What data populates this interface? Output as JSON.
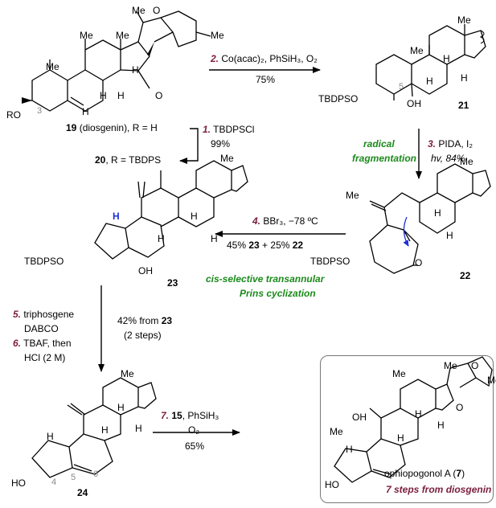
{
  "compounds": {
    "c19": {
      "line1_num": "19",
      "line1_rest": " (diosgenin), R = H"
    },
    "c20": {
      "num": "20",
      "rest": ", R = TBDPS"
    },
    "c21": "21",
    "c22": "22",
    "c23": "23",
    "c24": "24",
    "c7": {
      "name": "ophiopogonol A (",
      "num": "7",
      "close": ")"
    }
  },
  "atoms": {
    "me": "Me",
    "h": "H",
    "o": "O",
    "oh": "OH",
    "ho": "HO",
    "ro": "RO",
    "tbdpso": "TBDPSO",
    "n3": "3",
    "n4": "4",
    "n5": "5",
    "n6": "6"
  },
  "steps": {
    "s1": {
      "num": "1.",
      "reagent": " TBDPSCl",
      "yield": "99%"
    },
    "s2": {
      "num": "2.",
      "reagent": " Co(acac)₂, PhSiH₃, O₂",
      "yield": "75%"
    },
    "s3": {
      "num": "3.",
      "reagent": " PIDA, I₂",
      "cond": "hv, 84%",
      "note1": "radical",
      "note2": "fragmentation"
    },
    "s4": {
      "num": "4.",
      "reagent": " BBr₃, −78 ºC",
      "yield_a": "45% ",
      "yield_b": "23",
      "yield_c": " + 25% ",
      "yield_d": "22",
      "note1": "cis-selective transannular",
      "note2": "Prins cyclization"
    },
    "s5": {
      "num": "5.",
      "reagent": " triphosgene",
      "reagent2": "DABCO"
    },
    "s6": {
      "num": "6.",
      "reagent": " TBAF, then",
      "reagent2": "HCl (2 M)",
      "yield_a": "42% from ",
      "yield_b": "23",
      "yield_c": "(2 steps)"
    },
    "s7": {
      "num": "7.",
      "reagent_num": "15",
      "reagent": ", PhSiH₃",
      "reagent2": "O₂",
      "yield": "65%"
    }
  },
  "footer": "7 steps from diosgenin",
  "colors": {
    "accent": "#7b1e3c",
    "green": "#1a8a1a",
    "blue": "#1f2fd6",
    "grey": "#888888",
    "box": "#777777"
  }
}
